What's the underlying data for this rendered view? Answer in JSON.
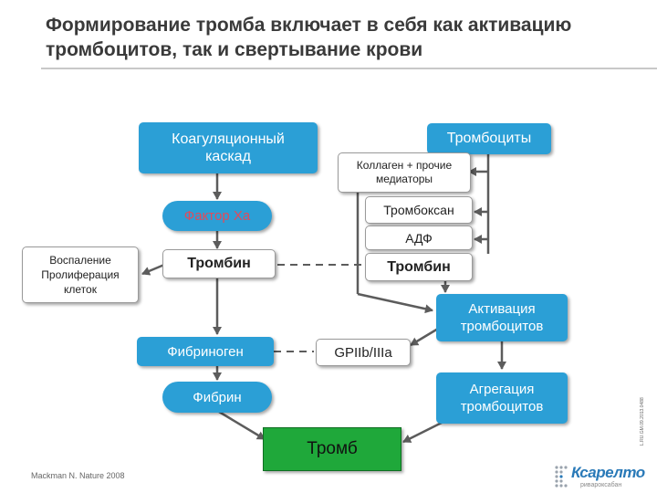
{
  "title": "Формирование тромба включает в себя как активацию тромбоцитов, так и свертывание крови",
  "nodes": {
    "coag_cascade": "Коагуляционный каскад",
    "platelets": "Тромбоциты",
    "collagen": "Коллаген + прочие медиаторы",
    "factor_xa": "Фактор Xa",
    "thromboxane": "Тромбоксан",
    "adp": "АДФ",
    "inflammation": "Воспаление Пролиферация клеток",
    "thrombin_left": "Тромбин",
    "thrombin_right": "Тромбин",
    "activation": "Активация тромбоцитов",
    "fibrinogen": "Фибриноген",
    "gp": "GPIIb/IIIa",
    "fibrin": "Фибрин",
    "aggregation": "Агрегация тромбоцитов",
    "thrombus": "Тромб"
  },
  "footer": {
    "citation": "Mackman N. Nature 2008",
    "logo": "Ксарелто",
    "logo_sub": "ривароксабан",
    "vertical_code": "L.RU.GM.09.2013.0488"
  },
  "colors": {
    "blue": "#2b9fd6",
    "green": "#1fa83a",
    "arrow": "#5c5c5c",
    "title": "#3a3a3a",
    "logo": "#2a7ab8"
  }
}
